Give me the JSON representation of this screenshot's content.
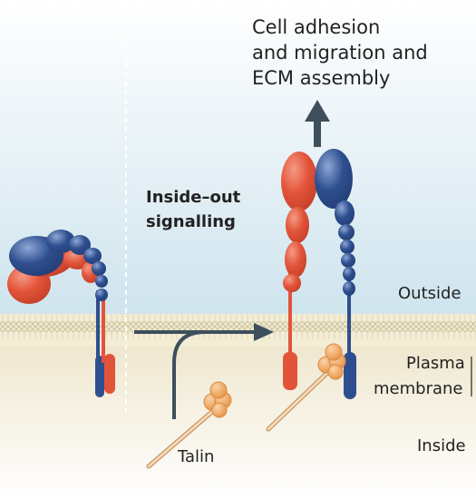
{
  "caption": {
    "line1": "Cell adhesion",
    "line2": "and migration and",
    "line3": "ECM assembly"
  },
  "process": {
    "line1": "Inside–out",
    "line2": "signalling"
  },
  "regions": {
    "outside": "Outside",
    "plasma": "Plasma",
    "membrane": "membrane",
    "inside": "Inside"
  },
  "talin_label": "Talin",
  "colors": {
    "alpha_subunit": "#e2543a",
    "beta_subunit": "#2e4f8f",
    "talin_head": "#f0a35a",
    "arrow": "#3d4f5c",
    "membrane_heads": "#e9e3c6",
    "sky_top": "#ffffff",
    "sky_bottom": "#cfe4ee",
    "cytoplasm": "#f4efe0"
  },
  "icons": [
    "up-arrow-icon",
    "right-arrow-icon",
    "membrane-bilayer-icon",
    "integrin-bent-icon",
    "integrin-extended-icon",
    "talin-icon"
  ]
}
